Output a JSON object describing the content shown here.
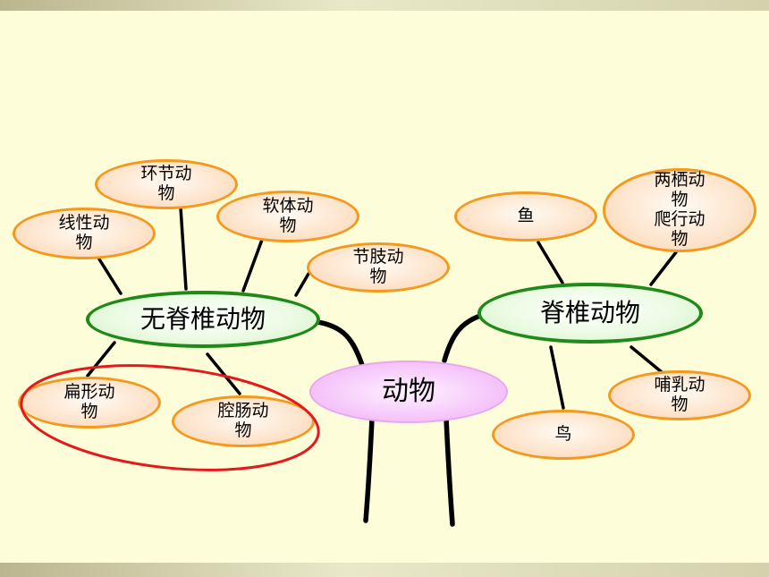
{
  "diagram": {
    "root": "动物",
    "invertebrates": {
      "label": "无脊椎动物",
      "children": [
        "线性动物",
        "环节动物",
        "软体动物",
        "节肢动物",
        "扁形动物",
        "腔肠动物"
      ]
    },
    "vertebrates": {
      "label": "脊椎动物",
      "children": [
        "鱼",
        "两栖动物 爬行动物",
        "哺乳动物",
        "鸟"
      ]
    }
  },
  "labels": {
    "root": "动物",
    "invertebrates": "无脊椎动物",
    "vertebrates": "脊椎动物",
    "xianxing_1": "线性动",
    "xianxing_2": "物",
    "huanjie_1": "环节动",
    "huanjie_2": "物",
    "ruanti_1": "软体动",
    "ruanti_2": "物",
    "jiezhi_1": "节肢动",
    "jiezhi_2": "物",
    "bianxing_1": "扁形动",
    "bianxing_2": "物",
    "qiangchang_1": "腔肠动",
    "qiangchang_2": "物",
    "yu": "鱼",
    "liangqi_1": "两栖动",
    "liangqi_2": "物",
    "paxing_1": "爬行动",
    "paxing_2": "物",
    "buru_1": "哺乳动",
    "buru_2": "物",
    "niao": "鸟"
  },
  "colors": {
    "background": "#fefdd9",
    "leaf_border": "#f39a1e",
    "branch_border": "#1f8a1a",
    "root_fill": "#f6c8fb",
    "highlight_ellipse": "#e3191c",
    "connector": "#000000"
  }
}
